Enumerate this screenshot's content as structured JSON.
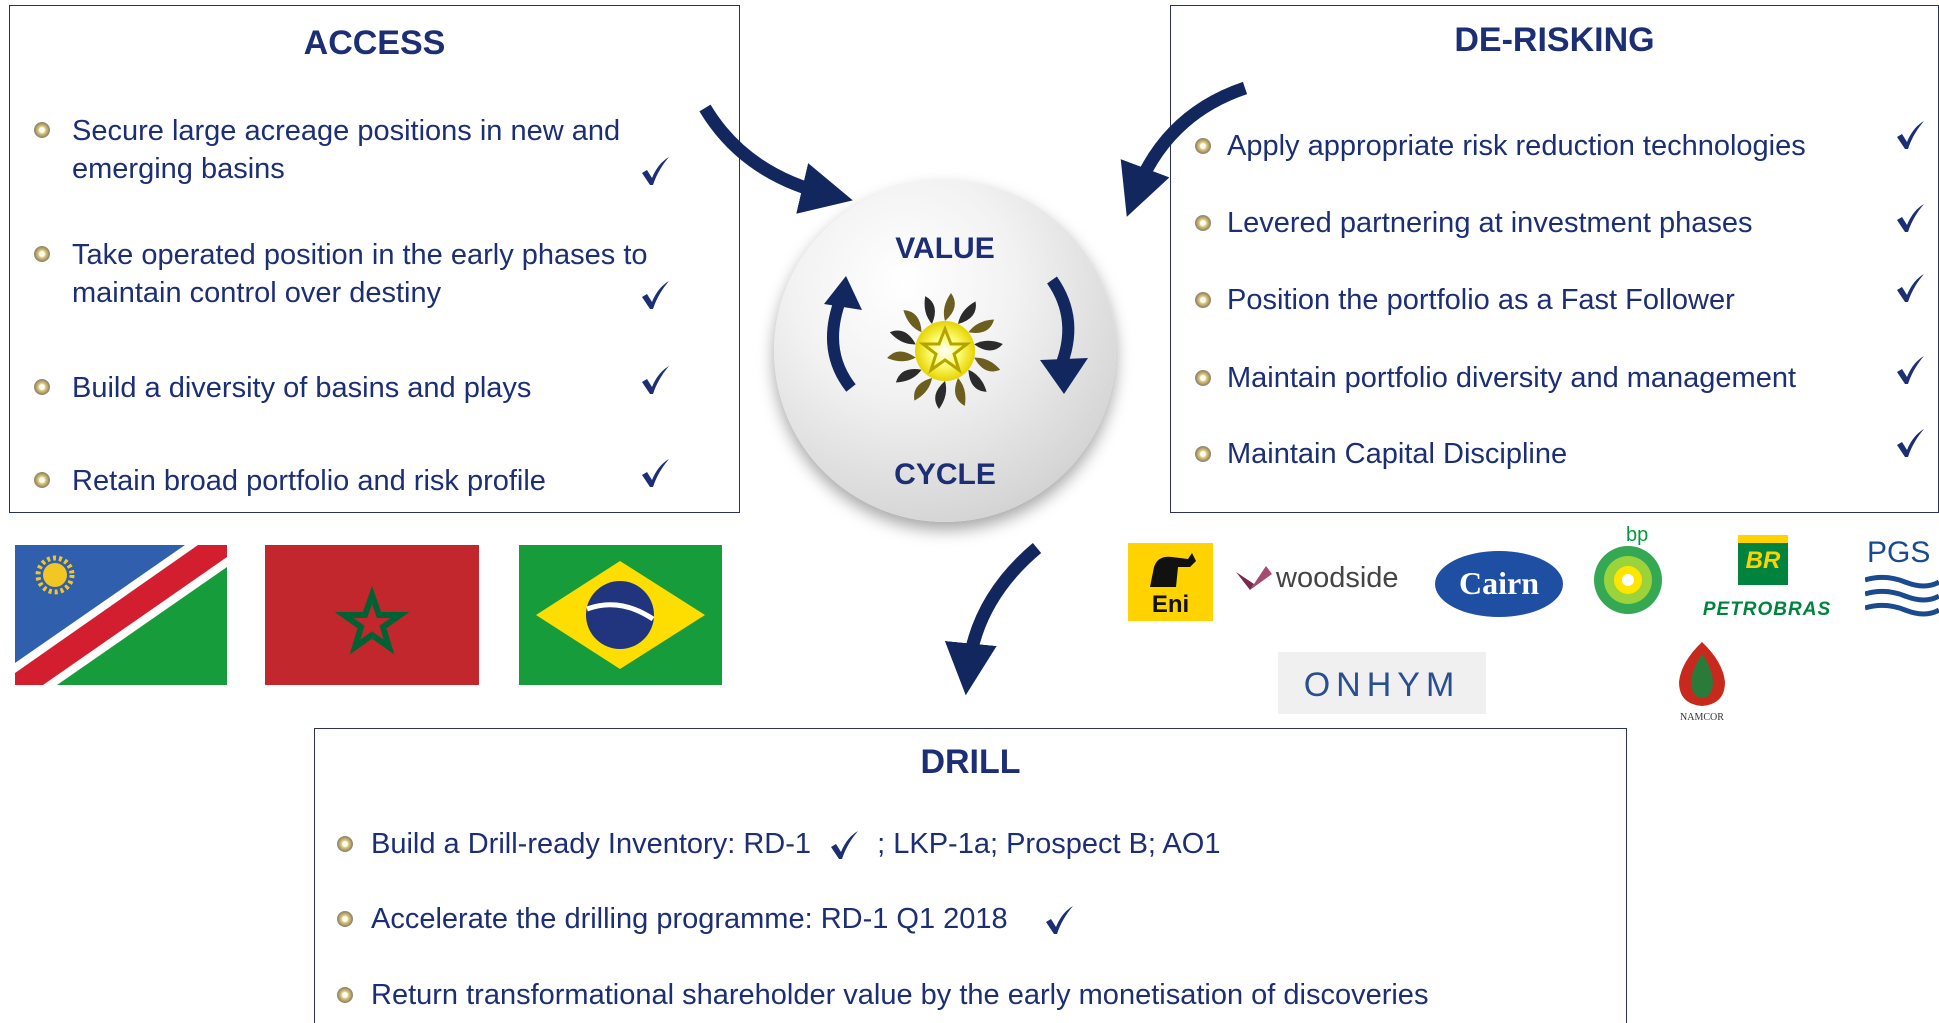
{
  "access": {
    "title": "ACCESS",
    "items": [
      {
        "line1": "Secure large acreage positions in new and",
        "line2": "emerging basins"
      },
      {
        "line1": "Take operated position in the early phases to",
        "line2": "maintain control over destiny"
      },
      {
        "line1": "Build a diversity of basins and plays"
      },
      {
        "line1": "Retain broad portfolio and risk profile"
      }
    ]
  },
  "derisking": {
    "title": "DE-RISKING",
    "items": [
      "Apply appropriate risk reduction technologies",
      "Levered partnering at investment phases",
      "Position the portfolio as a Fast Follower",
      "Maintain portfolio diversity and management",
      "Maintain Capital Discipline"
    ]
  },
  "cycle": {
    "top_label": "VALUE",
    "bottom_label": "CYCLE"
  },
  "drill": {
    "title": "DRILL",
    "items": [
      {
        "before": "Build a Drill-ready Inventory: RD-1",
        "after": "; LKP-1a; Prospect B; AO1"
      },
      {
        "before": "Accelerate the drilling programme: RD-1 Q1 2018"
      },
      {
        "before": "Return transformational shareholder value by the early monetisation of discoveries"
      }
    ]
  },
  "logos": {
    "eni": "Eni",
    "woodside": "woodside",
    "cairn": "Cairn",
    "bp": "bp",
    "petrobras_badge": "BR",
    "petrobras": "PETROBRAS",
    "pgs": "PGS",
    "onhym": "ONHYM",
    "namcor": "NAMCOR"
  },
  "colors": {
    "text": "#1c2e74",
    "arrow": "#13275f",
    "check": "#1c2e74"
  }
}
